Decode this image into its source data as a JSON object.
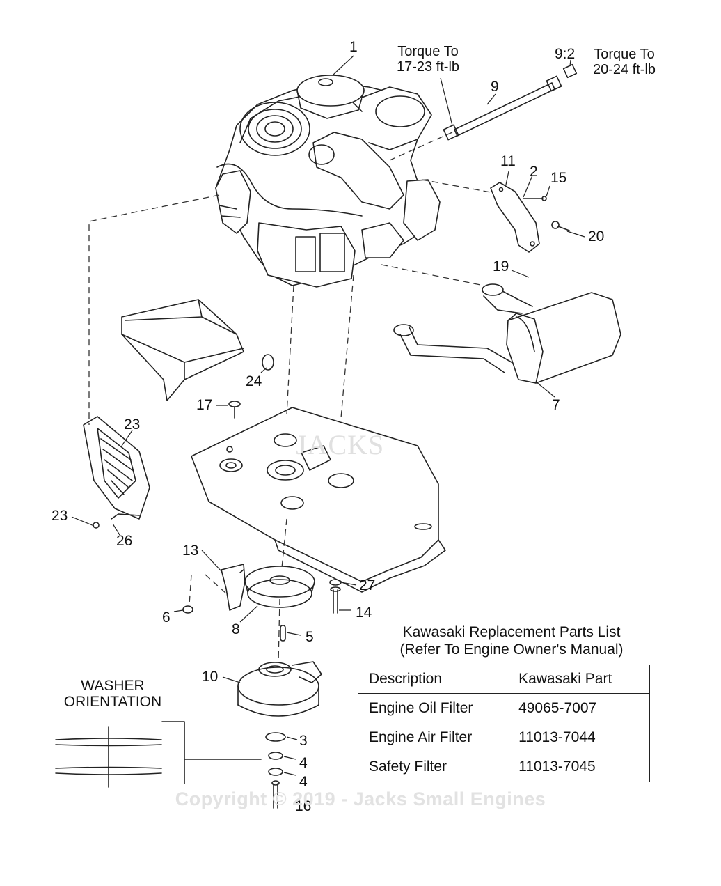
{
  "callouts": {
    "c1": "1",
    "c2": "2",
    "c3": "3",
    "c4a": "4",
    "c4b": "4",
    "c5": "5",
    "c6": "6",
    "c7": "7",
    "c8": "8",
    "c9": "9",
    "c9_2": "9:2",
    "c10": "10",
    "c11": "11",
    "c13": "13",
    "c14": "14",
    "c15": "15",
    "c16": "16",
    "c17": "17",
    "c19": "19",
    "c20": "20",
    "c23a": "23",
    "c23b": "23",
    "c24": "24",
    "c26": "26",
    "c27": "27"
  },
  "torque_notes": {
    "left_line1": "Torque To",
    "left_line2": "17-23 ft-lb",
    "right_line1": "Torque To",
    "right_line2": "20-24 ft-lb"
  },
  "washer_orientation": {
    "line1": "WASHER",
    "line2": "ORIENTATION"
  },
  "parts_list": {
    "title_line1": "Kawasaki Replacement Parts List",
    "title_line2": "(Refer To Engine Owner's Manual)",
    "headers": [
      "Description",
      "Kawasaki Part"
    ],
    "rows": [
      {
        "description": "Engine Oil Filter",
        "part": "49065-7007"
      },
      {
        "description": "Engine Air Filter",
        "part": "11013-7044"
      },
      {
        "description": "Safety Filter",
        "part": "11013-7045"
      }
    ]
  },
  "watermark": "JACKS",
  "copyright": "Copyright © 2019 - Jacks Small Engines"
}
